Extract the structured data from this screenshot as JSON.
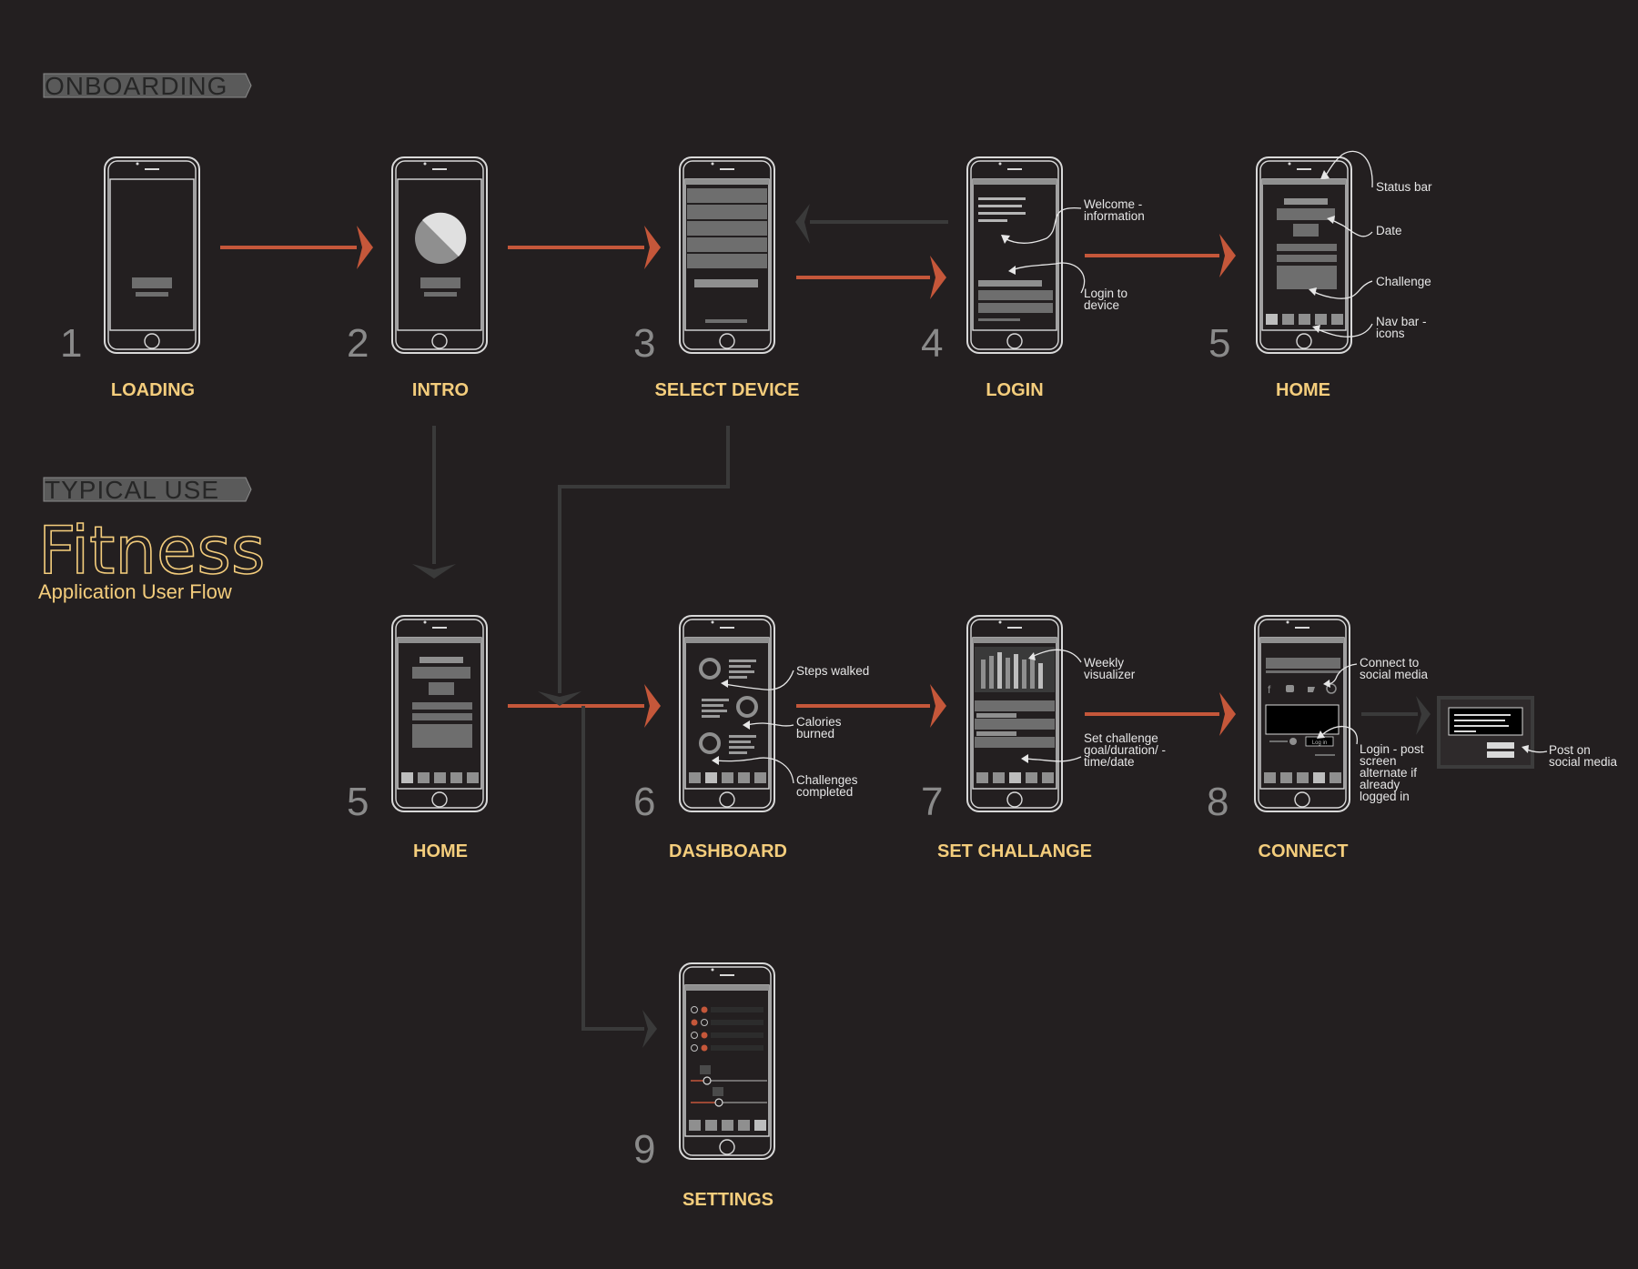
{
  "sections": {
    "onboarding": "ONBOARDING",
    "typical_use": "TYPICAL USE"
  },
  "title": {
    "main": "Fitness",
    "subtitle": "Application User Flow"
  },
  "screens": {
    "loading": {
      "number": "1",
      "label": "LOADING"
    },
    "intro": {
      "number": "2",
      "label": "INTRO"
    },
    "select_device": {
      "number": "3",
      "label": "SELECT DEVICE"
    },
    "login": {
      "number": "4",
      "label": "LOGIN"
    },
    "home_top": {
      "number": "5",
      "label": "HOME"
    },
    "home_bottom": {
      "number": "5",
      "label": "HOME"
    },
    "dashboard": {
      "number": "6",
      "label": "DASHBOARD"
    },
    "set_challange": {
      "number": "7",
      "label": "SET CHALLANGE"
    },
    "connect": {
      "number": "8",
      "label": "CONNECT"
    },
    "settings": {
      "number": "9",
      "label": "SETTINGS"
    }
  },
  "annotations": {
    "welcome_1": "Welcome -",
    "welcome_2": "information",
    "login_device_1": "Login to",
    "login_device_2": "device",
    "status_bar": "Status bar",
    "date": "Date",
    "challenge": "Challenge",
    "nav_bar_1": "Nav bar -",
    "nav_bar_2": "icons",
    "steps_walked": "Steps walked",
    "calories_1": "Calories",
    "calories_2": "burned",
    "challenges_1": "Challenges",
    "challenges_2": "completed",
    "weekly_1": "Weekly",
    "weekly_2": "visualizer",
    "set_goal_1": "Set challenge",
    "set_goal_2": "goal/duration/ -",
    "set_goal_3": "time/date",
    "connect_social_1": "Connect to",
    "connect_social_2": "social media",
    "login_post_1": "Login - post",
    "login_post_2": "screen",
    "login_post_3": "alternate if",
    "login_post_4": "already",
    "login_post_5": "logged in",
    "post_social_1": "Post on",
    "post_social_2": "social media",
    "login_button": "Log in"
  },
  "colors": {
    "background": "#231f20",
    "accent_arrow": "#c5573a",
    "label_yellow": "#f4cd7c",
    "secondary_arrow": "#3a3a3a"
  }
}
